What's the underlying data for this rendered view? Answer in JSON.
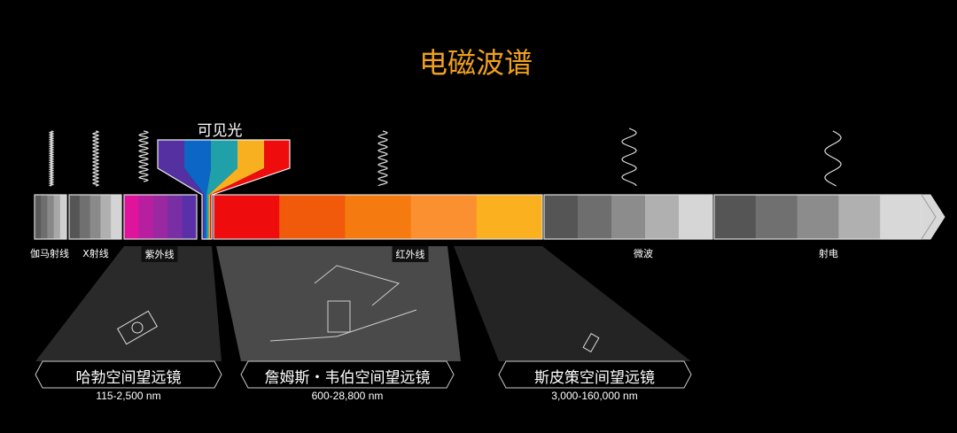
{
  "title": "电磁波谱",
  "visible_label": "可见光",
  "bands": [
    {
      "label": "伽马射线",
      "colors": [
        "#5a5a5a",
        "#6e6e6e",
        "#888",
        "#a8a8a8",
        "#d0d0d0"
      ]
    },
    {
      "label": "X射线",
      "colors": [
        "#555",
        "#707070",
        "#8a8a8a",
        "#b0b0b0",
        "#d4d4d4"
      ]
    },
    {
      "label": "紫外线",
      "colors": [
        "#e0149c",
        "#b81ea0",
        "#9a28a0",
        "#7a2ea4",
        "#5a30a8"
      ]
    },
    {
      "label": "红外线",
      "colors": [
        "#ee0c0c",
        "#f05a0a",
        "#f57a10",
        "#fb9030",
        "#fbb020"
      ]
    },
    {
      "label": "微波",
      "colors": [
        "#555",
        "#6e6e6e",
        "#8c8c8c",
        "#b0b0b0",
        "#d6d6d6"
      ]
    },
    {
      "label": "射电",
      "colors": [
        "#555",
        "#707070",
        "#8c8c8c",
        "#b0b0b0",
        "#d8d8d8"
      ]
    }
  ],
  "visible_colors": [
    "#5530a0",
    "#0b66c6",
    "#20a0a8",
    "#f8b020",
    "#ee0c0c"
  ],
  "telescopes": [
    {
      "name": "哈勃空间望远镜",
      "range": "115-2,500 nm"
    },
    {
      "name": "詹姆斯・韦伯空间望远镜",
      "range": "600-28,800 nm"
    },
    {
      "name": "斯皮策空间望远镜",
      "range": "3,000-160,000 nm"
    }
  ]
}
